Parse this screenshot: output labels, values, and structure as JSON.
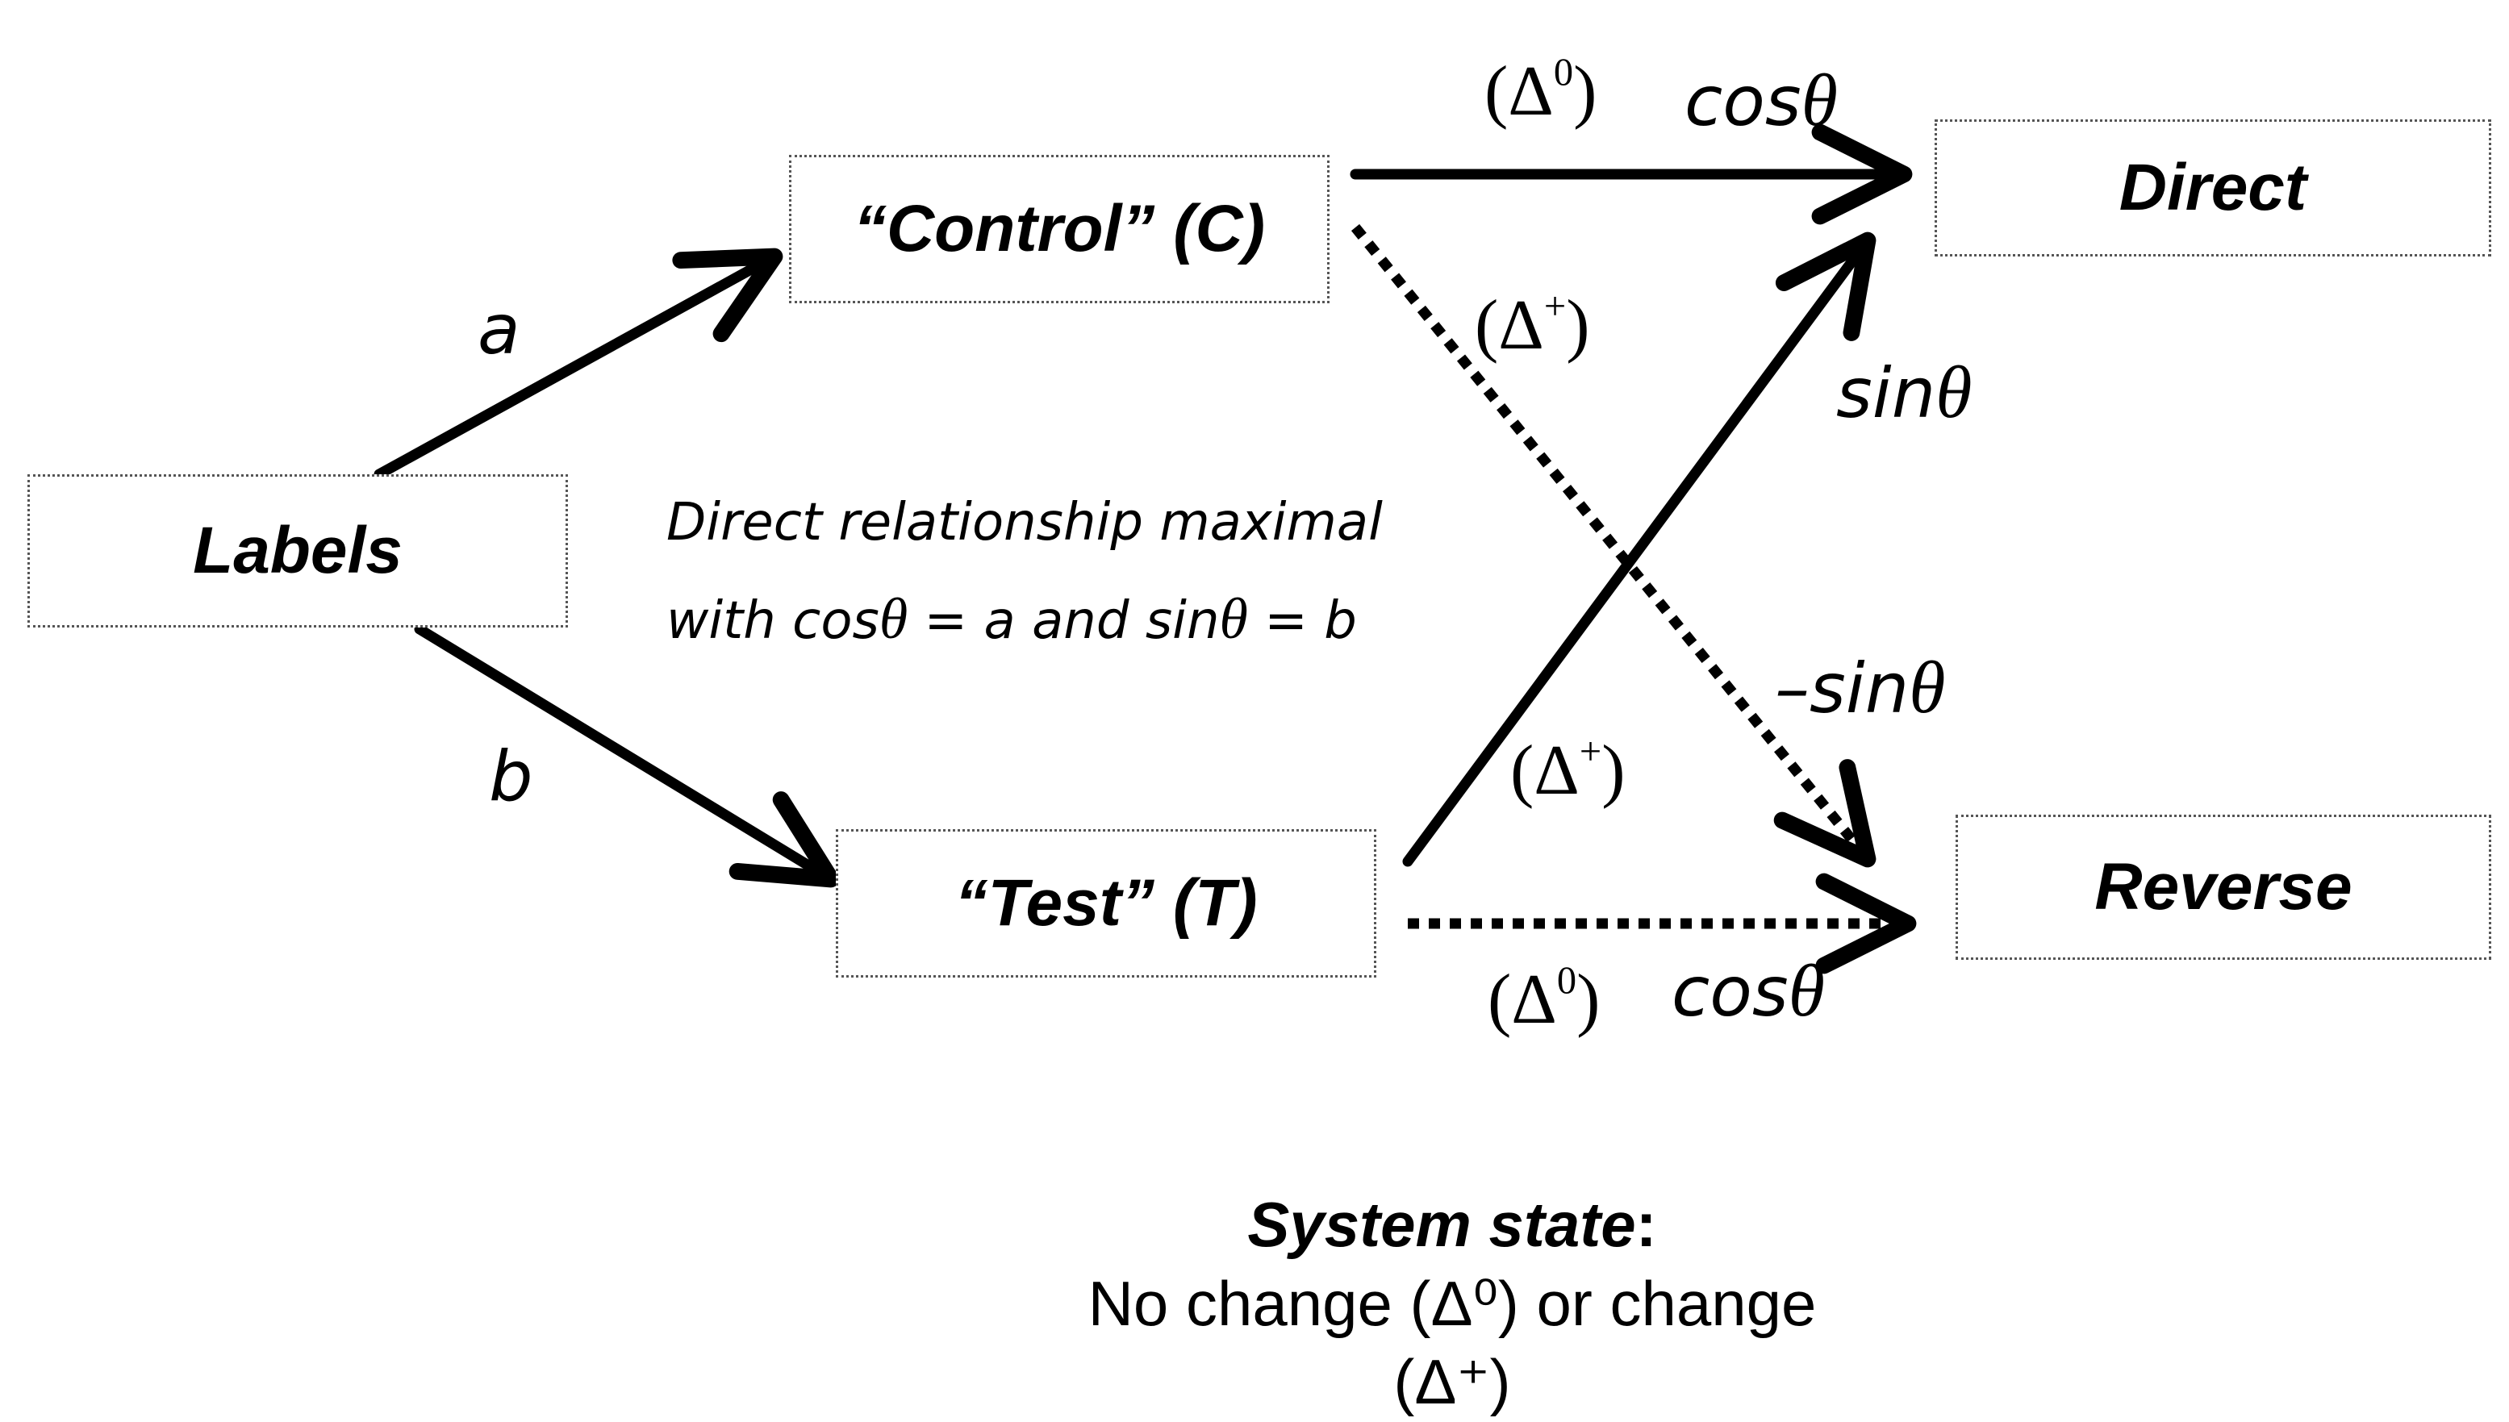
{
  "nodes": {
    "labels": "Labels",
    "control": "“Control” (C)",
    "test": "“Test” (T)",
    "direct": "Direct",
    "reverse": "Reverse"
  },
  "edge_labels": {
    "a": "a",
    "b": "b",
    "delta_zero_top": {
      "open": "(Δ",
      "sup": "0",
      "close": ")"
    },
    "cos_top": {
      "fn": "cos",
      "sym": "θ"
    },
    "delta_plus_top": {
      "open": "(Δ",
      "sup": "+",
      "close": ")"
    },
    "sin": {
      "fn": "sin",
      "sym": "θ"
    },
    "neg_sin": {
      "fn": "–sin",
      "sym": "θ"
    },
    "delta_plus_mid": {
      "open": "(Δ",
      "sup": "+",
      "close": ")"
    },
    "delta_zero_bottom": {
      "open": "(Δ",
      "sup": "0",
      "close": ")"
    },
    "cos_bottom": {
      "fn": "cos",
      "sym": "θ"
    }
  },
  "note": {
    "line1": "Direct relationship maximal",
    "line2_a": "with cos",
    "line2_theta1": "θ",
    "line2_b": " = a and sin",
    "line2_theta2": "θ",
    "line2_c": " = b"
  },
  "legend": {
    "title": "System state",
    "colon": ":",
    "line2": "No change (Δ⁰) or change (Δ⁺)"
  }
}
